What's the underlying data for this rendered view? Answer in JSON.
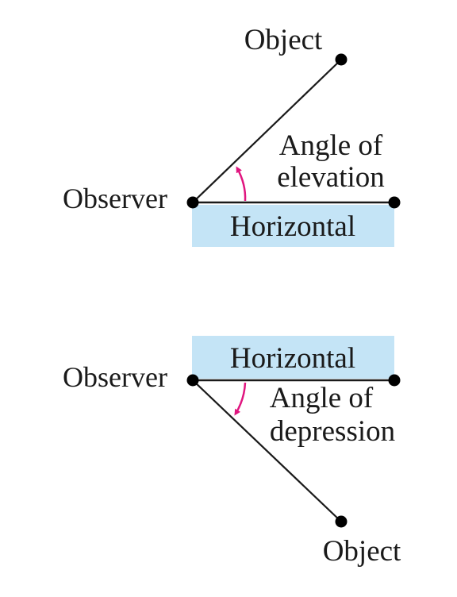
{
  "colors": {
    "horizontal_band": "#c4e4f6",
    "lines": "#1a1a1a",
    "points": "#000000",
    "angle_arc": "#e0157f"
  },
  "elevation": {
    "object_label": "Object",
    "angle_label_line1": "Angle of",
    "angle_label_line2": "elevation",
    "observer_label": "Observer",
    "horizontal_label": "Horizontal"
  },
  "depression": {
    "horizontal_label": "Horizontal",
    "observer_label": "Observer",
    "angle_label_line1": "Angle of",
    "angle_label_line2": "depression",
    "object_label": "Object"
  }
}
